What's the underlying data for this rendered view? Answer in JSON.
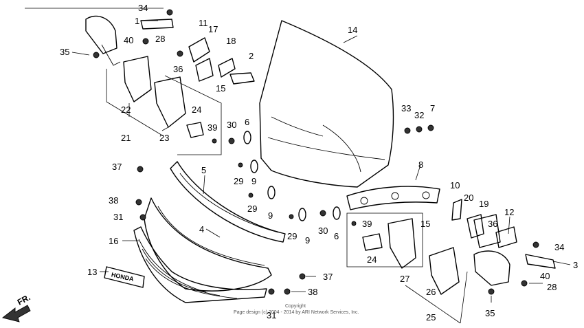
{
  "callouts": [
    "34",
    "1",
    "40",
    "28",
    "35",
    "11",
    "17",
    "18",
    "2",
    "36",
    "15",
    "14",
    "22",
    "21",
    "23",
    "24",
    "39",
    "30",
    "6",
    "33",
    "32",
    "7",
    "37",
    "5",
    "8",
    "9",
    "29",
    "10",
    "20",
    "19",
    "12",
    "38",
    "31",
    "4",
    "16",
    "13",
    "36",
    "34",
    "3",
    "40",
    "28",
    "35",
    "25",
    "26",
    "27",
    "24",
    "39",
    "15",
    "30",
    "6",
    "9",
    "29",
    "37",
    "38",
    "31",
    "29",
    "9"
  ],
  "emblem_text": "HONDA",
  "direction_label": "FR.",
  "copyright_line1": "Copyright",
  "copyright_line2": "Page design (c) 2004 - 2014 by ARI Network Services, Inc."
}
